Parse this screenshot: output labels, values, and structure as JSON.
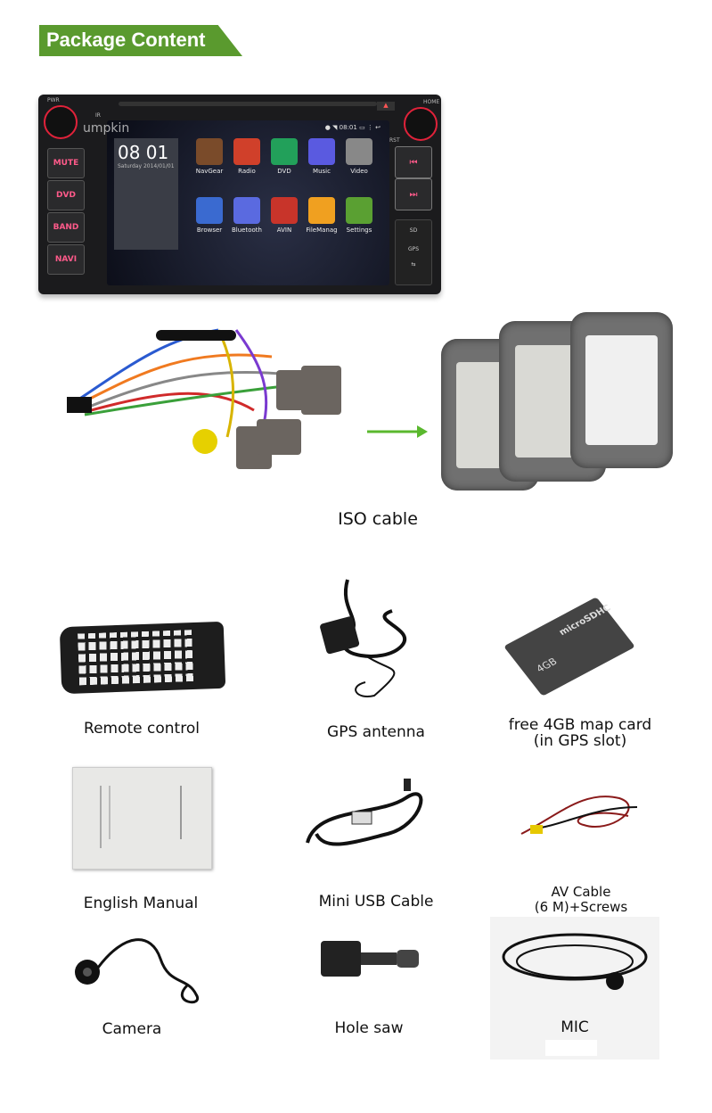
{
  "header": {
    "title": "Package Content",
    "color": "#5a9a2e"
  },
  "head_unit": {
    "brand": "umpkin",
    "left_buttons": [
      "MUTE",
      "DVD",
      "BAND",
      "NAVI"
    ],
    "top_labels": {
      "pwr": "PWR",
      "ir": "IR",
      "home": "HOME",
      "rst": "RST"
    },
    "status_time": "08:01",
    "clock": {
      "time": "08 01",
      "date": "Saturday 2014/01/01"
    },
    "apps": [
      {
        "label": "NavGear",
        "color": "#7a4b2a"
      },
      {
        "label": "Radio",
        "color": "#d0402a"
      },
      {
        "label": "DVD",
        "color": "#22a05a"
      },
      {
        "label": "Music",
        "color": "#5a5ae0"
      },
      {
        "label": "Video",
        "color": "#888888"
      },
      {
        "label": "Browser",
        "color": "#3a6ad0"
      },
      {
        "label": "Bluetooth",
        "color": "#5a6ae0"
      },
      {
        "label": "AVIN",
        "color": "#c8342a"
      },
      {
        "label": "FileManag",
        "color": "#f0a020"
      },
      {
        "label": "Settings",
        "color": "#5aa032"
      }
    ],
    "side_labels": [
      "SD",
      "GPS"
    ]
  },
  "items": {
    "iso": "ISO cable",
    "remote": "Remote control",
    "gps": "GPS antenna",
    "card": {
      "line1": "free 4GB map card",
      "line2": "(in GPS slot)",
      "card_text": "4GB",
      "card_logo": "microSDHC"
    },
    "manual": "English Manual",
    "usb": "Mini USB Cable",
    "av": {
      "line1": "AV Cable",
      "line2": "(6 M)+Screws"
    },
    "camera": "Camera",
    "holesaw": "Hole saw",
    "mic": "MIC"
  }
}
